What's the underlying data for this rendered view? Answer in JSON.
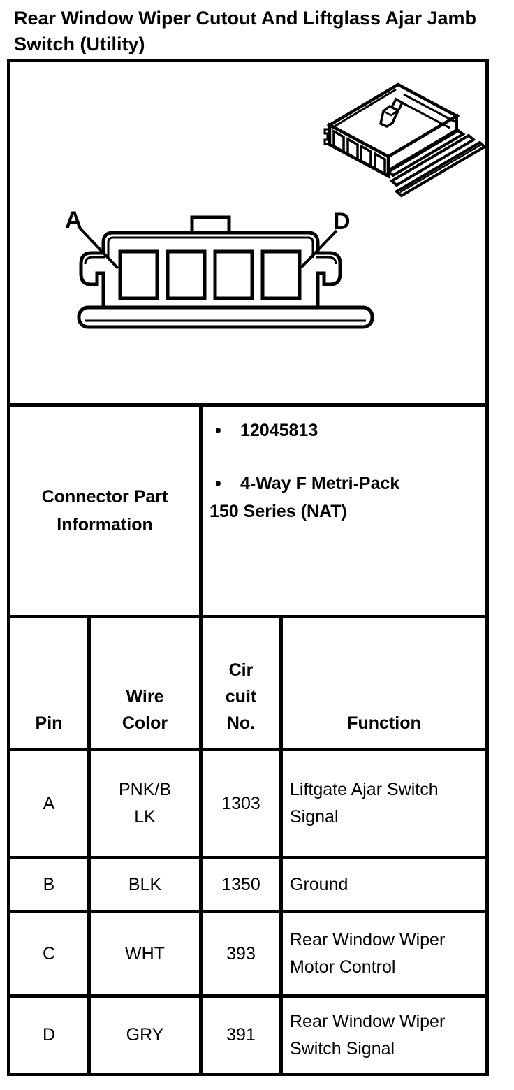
{
  "title": "Rear Window Wiper Cutout And Liftglass Ajar Jamb Switch (Utility)",
  "colors": {
    "ink": "#000000",
    "paper": "#ffffff"
  },
  "diagram": {
    "label_a": "A",
    "label_d": "D"
  },
  "part_info": {
    "header": "Connector Part Information",
    "bullets": [
      "12045813",
      "4-Way F Metri-Pack\n150 Series (NAT)"
    ]
  },
  "pin_table": {
    "headers": {
      "pin": "Pin",
      "wire_color": "Wire\nColor",
      "circuit_no": "Cir\ncuit\nNo.",
      "function": "Function"
    },
    "rows": [
      {
        "pin": "A",
        "wire_color": "PNK/B\nLK",
        "circuit_no": "1303",
        "function": "Liftgate Ajar Switch Signal"
      },
      {
        "pin": "B",
        "wire_color": "BLK",
        "circuit_no": "1350",
        "function": "Ground"
      },
      {
        "pin": "C",
        "wire_color": "WHT",
        "circuit_no": "393",
        "function": "Rear Window Wiper Motor Control"
      },
      {
        "pin": "D",
        "wire_color": "GRY",
        "circuit_no": "391",
        "function": "Rear Window Wiper Switch Signal"
      }
    ]
  }
}
